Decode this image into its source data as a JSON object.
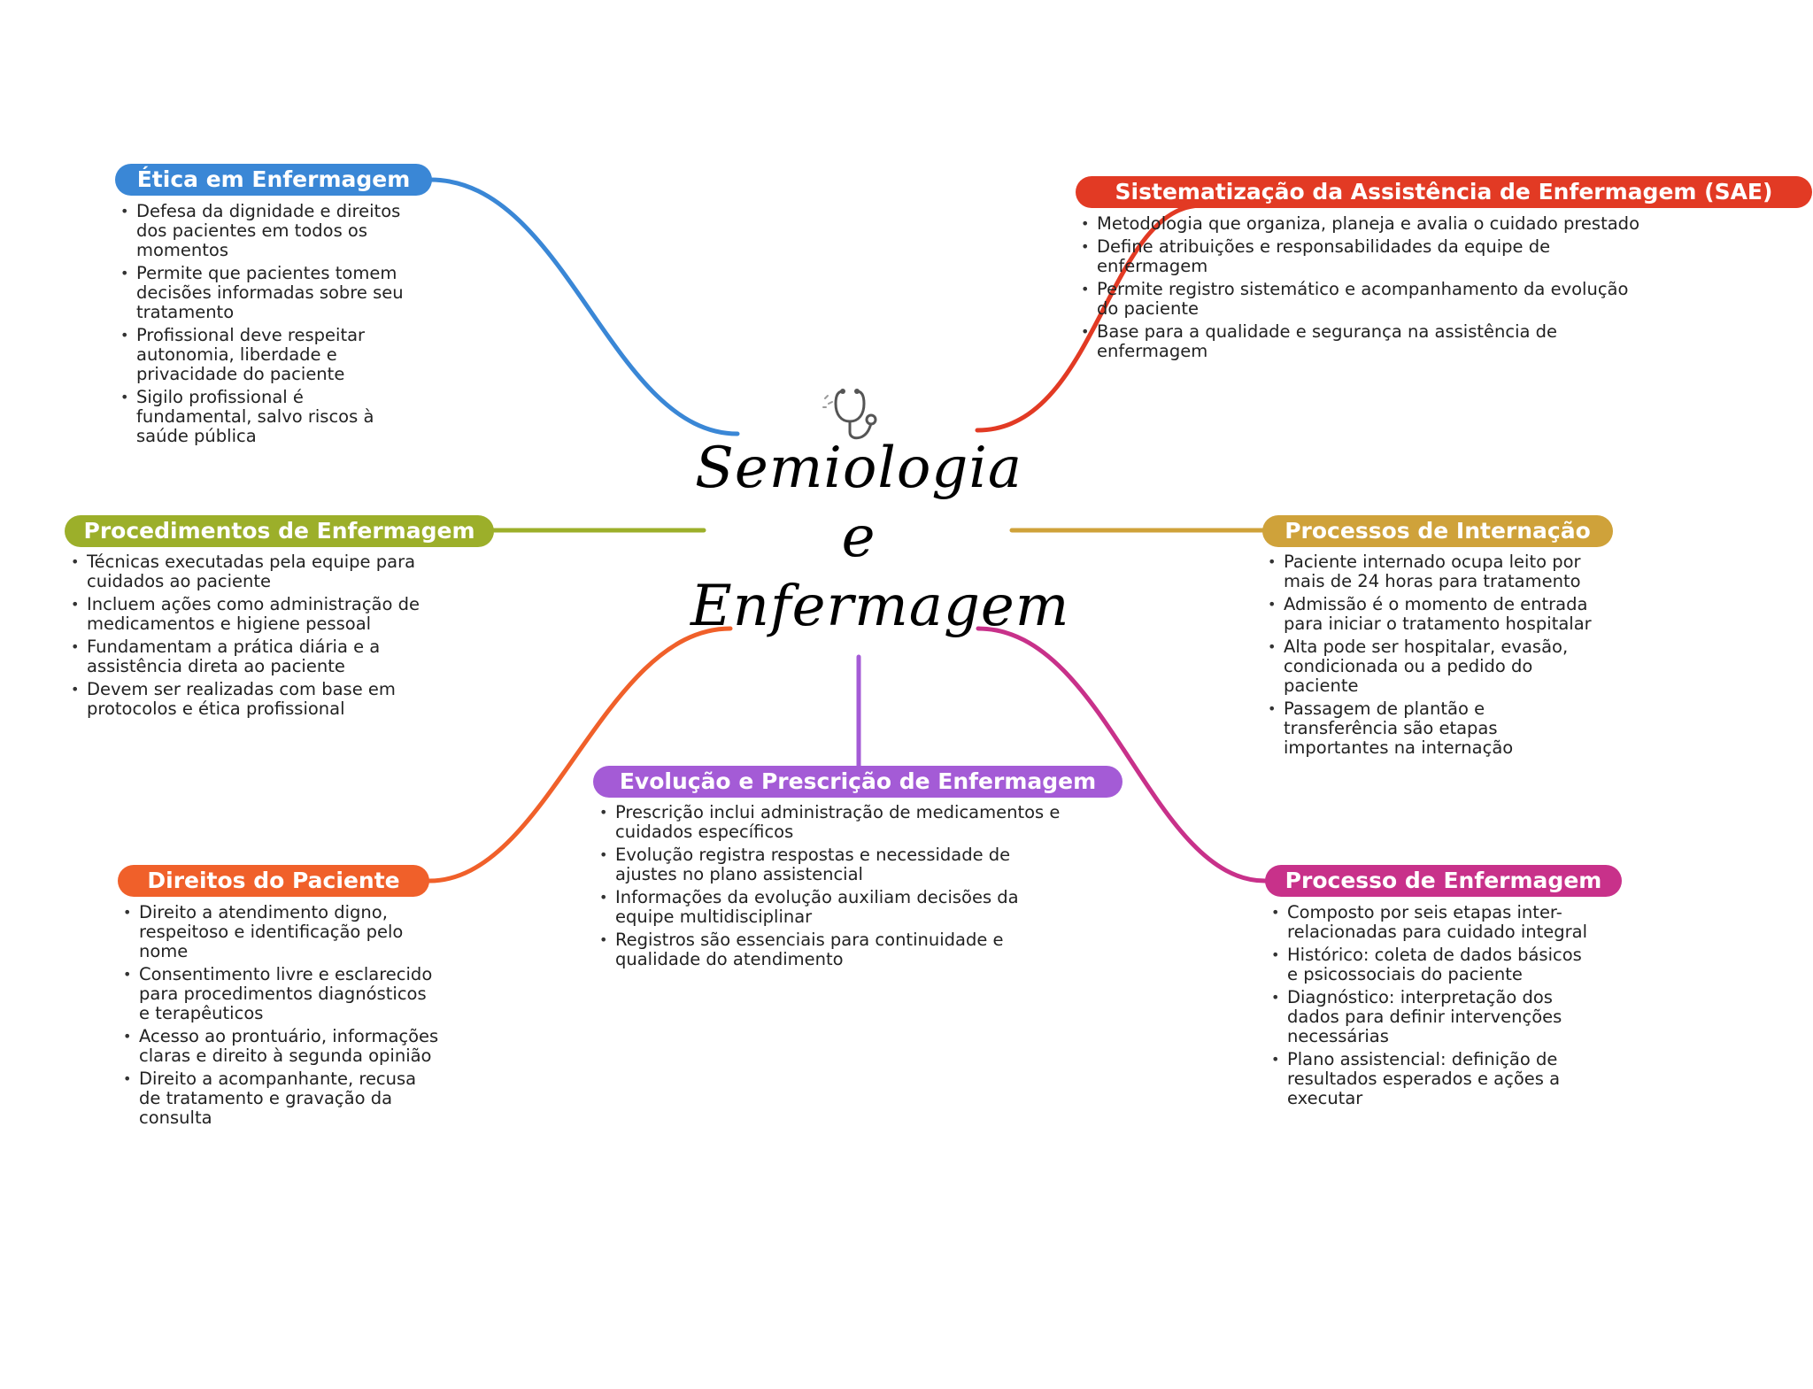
{
  "center": {
    "title_lines": [
      "Semiologia",
      "e",
      "Enfermagem"
    ],
    "icon": "stethoscope-icon"
  },
  "branches": [
    {
      "key": "etica",
      "title": "Ética em Enfermagem",
      "color": "#3A87D6",
      "items": [
        "Defesa da dignidade e direitos dos pacientes em todos os momentos",
        "Permite que pacientes tomem decisões informadas sobre seu tratamento",
        "Profissional deve respeitar autonomia, liberdade e privacidade do paciente",
        "Sigilo profissional é fundamental, salvo riscos à saúde pública"
      ]
    },
    {
      "key": "sae",
      "title": "Sistematização da Assistência de Enfermagem (SAE)",
      "color": "#E23A24",
      "items": [
        "Metodologia que organiza, planeja e avalia o cuidado prestado",
        "Define atribuições e responsabilidades da equipe de enfermagem",
        "Permite registro sistemático e acompanhamento da evolução do paciente",
        "Base para a qualidade e segurança na assistência de enfermagem"
      ]
    },
    {
      "key": "procedimentos",
      "title": "Procedimentos de Enfermagem",
      "color": "#9CAF2A",
      "items": [
        "Técnicas executadas pela equipe para cuidados ao paciente",
        "Incluem ações como administração de medicamentos e higiene pessoal",
        "Fundamentam a prática diária e a assistência direta ao paciente",
        "Devem ser realizadas com base em protocolos e ética profissional"
      ]
    },
    {
      "key": "internacao",
      "title": "Processos de Internação",
      "color": "#CFA23A",
      "items": [
        "Paciente internado ocupa leito por mais de 24 horas para tratamento",
        "Admissão é o momento de entrada para iniciar o tratamento hospitalar",
        "Alta pode ser hospitalar, evasão, condicionada ou a pedido do paciente",
        "Passagem de plantão e transferência são etapas importantes na internação"
      ]
    },
    {
      "key": "evolucao",
      "title": "Evolução e Prescrição de Enfermagem",
      "color": "#A45BD6",
      "items": [
        "Prescrição inclui administração de medicamentos e cuidados específicos",
        "Evolução registra respostas e necessidade de ajustes no plano assistencial",
        "Informações da evolução auxiliam decisões da equipe multidisciplinar",
        "Registros são essenciais para continuidade e qualidade do atendimento"
      ]
    },
    {
      "key": "direitos",
      "title": "Direitos do Paciente",
      "color": "#F0602A",
      "items": [
        "Direito a atendimento digno, respeitoso e identificação pelo nome",
        "Consentimento livre e esclarecido para procedimentos diagnósticos e terapêuticos",
        "Acesso ao prontuário, informações claras e direito à segunda opinião",
        "Direito a acompanhante, recusa de tratamento e gravação da consulta"
      ]
    },
    {
      "key": "processo",
      "title": "Processo de Enfermagem",
      "color": "#C8318A",
      "items": [
        "Composto por seis etapas inter-relacionadas para cuidado integral",
        "Histórico: coleta de dados básicos e psicossociais do paciente",
        "Diagnóstico: interpretação dos dados para definir intervenções necessárias",
        "Plano assistencial: definição de resultados esperados e ações a executar"
      ]
    }
  ]
}
